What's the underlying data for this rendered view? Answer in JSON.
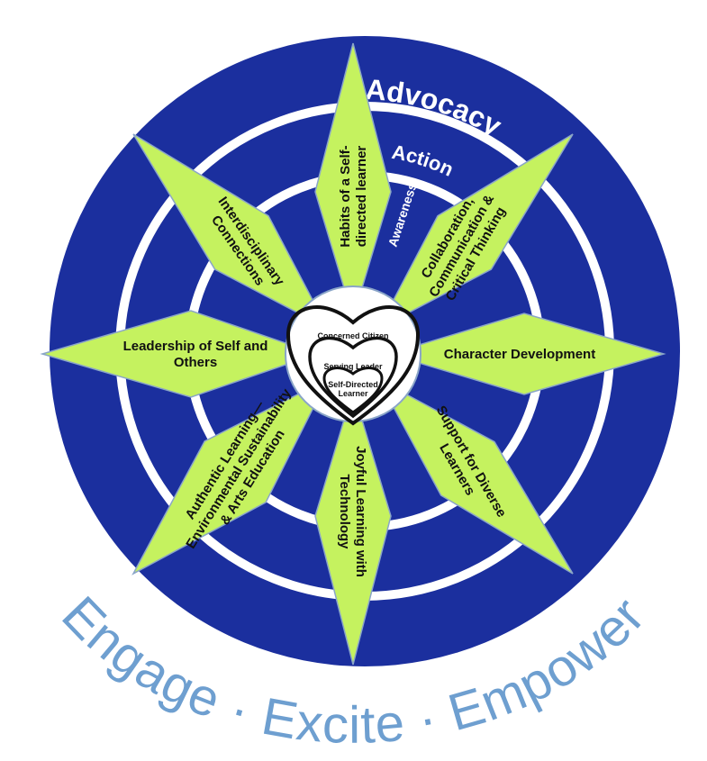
{
  "colors": {
    "outer_disc": "#1b2f9e",
    "ring": "#ffffff",
    "inner_disc": "#1b2f9e",
    "star_point": "#c5f25f",
    "star_outline": "#8aa5c8",
    "center": "#ffffff",
    "heart_stroke": "#111111",
    "tagline": "#6e9fd0"
  },
  "rings": {
    "outer": "Advocacy",
    "middle": "Action",
    "inner": "Awareness"
  },
  "points": [
    {
      "id": "top",
      "lines": [
        "Habits of a Self-",
        "directed learner"
      ]
    },
    {
      "id": "top-right",
      "lines": [
        "Collaboration,",
        "Communication &",
        "Critical Thinking"
      ]
    },
    {
      "id": "right",
      "lines": [
        "Character Development"
      ]
    },
    {
      "id": "bottom-right",
      "lines": [
        "Support for Diverse",
        "Learners"
      ]
    },
    {
      "id": "bottom",
      "lines": [
        "Joyful Learning with",
        "Technology"
      ]
    },
    {
      "id": "bottom-left",
      "lines": [
        "Authentic Learning—",
        "Environmental Sustainability",
        "& Arts Education"
      ]
    },
    {
      "id": "left",
      "lines": [
        "Leadership of Self and",
        "Others"
      ]
    },
    {
      "id": "top-left",
      "lines": [
        "Interdisciplinary",
        "Connections"
      ]
    }
  ],
  "hearts": {
    "outer": "Concerned Citizen",
    "middle": "Serving Leader",
    "inner_line1": "Self-Directed",
    "inner_line2": "Learner"
  },
  "tagline": "Engage · Excite · Empower"
}
